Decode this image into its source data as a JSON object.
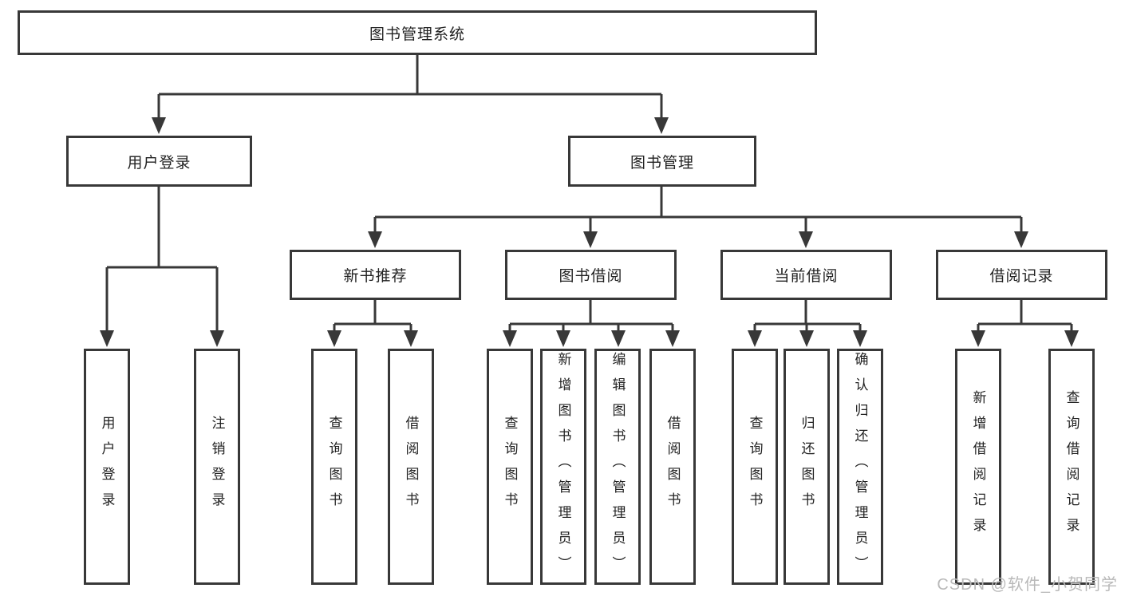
{
  "colors": {
    "line": "#383838",
    "box_border": "#383838",
    "text": "#222222",
    "background": "#ffffff",
    "watermark": "#b9b9b9"
  },
  "watermark": {
    "text": "CSDN @软件_小贺同学"
  },
  "tree": {
    "root": {
      "label": "图书管理系统",
      "children": [
        {
          "label": "用户登录",
          "children": [
            {
              "label": "用户登录"
            },
            {
              "label": "注销登录"
            }
          ]
        },
        {
          "label": "图书管理",
          "children": [
            {
              "label": "新书推荐",
              "children": [
                {
                  "label": "查询图书"
                },
                {
                  "label": "借阅图书"
                }
              ]
            },
            {
              "label": "图书借阅",
              "children": [
                {
                  "label": "查询图书"
                },
                {
                  "label": "新增图书（管理员）"
                },
                {
                  "label": "编辑图书（管理员）"
                },
                {
                  "label": "借阅图书"
                }
              ]
            },
            {
              "label": "当前借阅",
              "children": [
                {
                  "label": "查询图书"
                },
                {
                  "label": "归还图书"
                },
                {
                  "label": "确认归还（管理员）"
                }
              ]
            },
            {
              "label": "借阅记录",
              "children": [
                {
                  "label": "新增借阅记录"
                },
                {
                  "label": "查询借阅记录"
                }
              ]
            }
          ]
        }
      ]
    }
  }
}
